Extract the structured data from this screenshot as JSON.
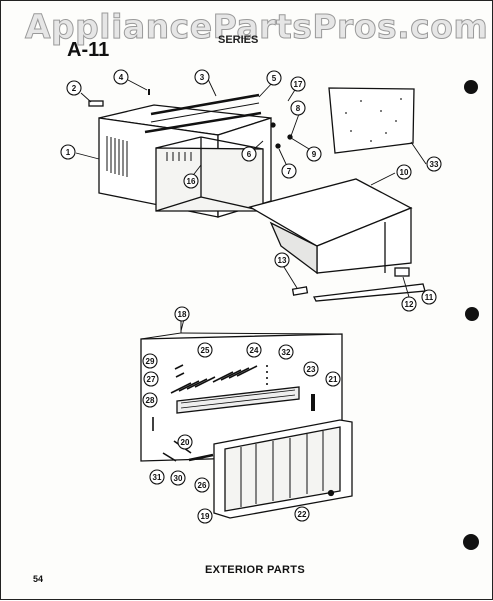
{
  "header": {
    "watermark": "AppliancePartsPros.com",
    "figure_id": "A-11",
    "series": "SERIES"
  },
  "footer": {
    "title": "EXTERIOR PARTS",
    "page_number": "54"
  },
  "callouts": [
    "1",
    "2",
    "3",
    "4",
    "5",
    "6",
    "7",
    "8",
    "9",
    "10",
    "11",
    "12",
    "13",
    "16",
    "17",
    "18",
    "19",
    "20",
    "21",
    "22",
    "23",
    "24",
    "25",
    "26",
    "27",
    "28",
    "29",
    "30",
    "31",
    "32",
    "33"
  ]
}
